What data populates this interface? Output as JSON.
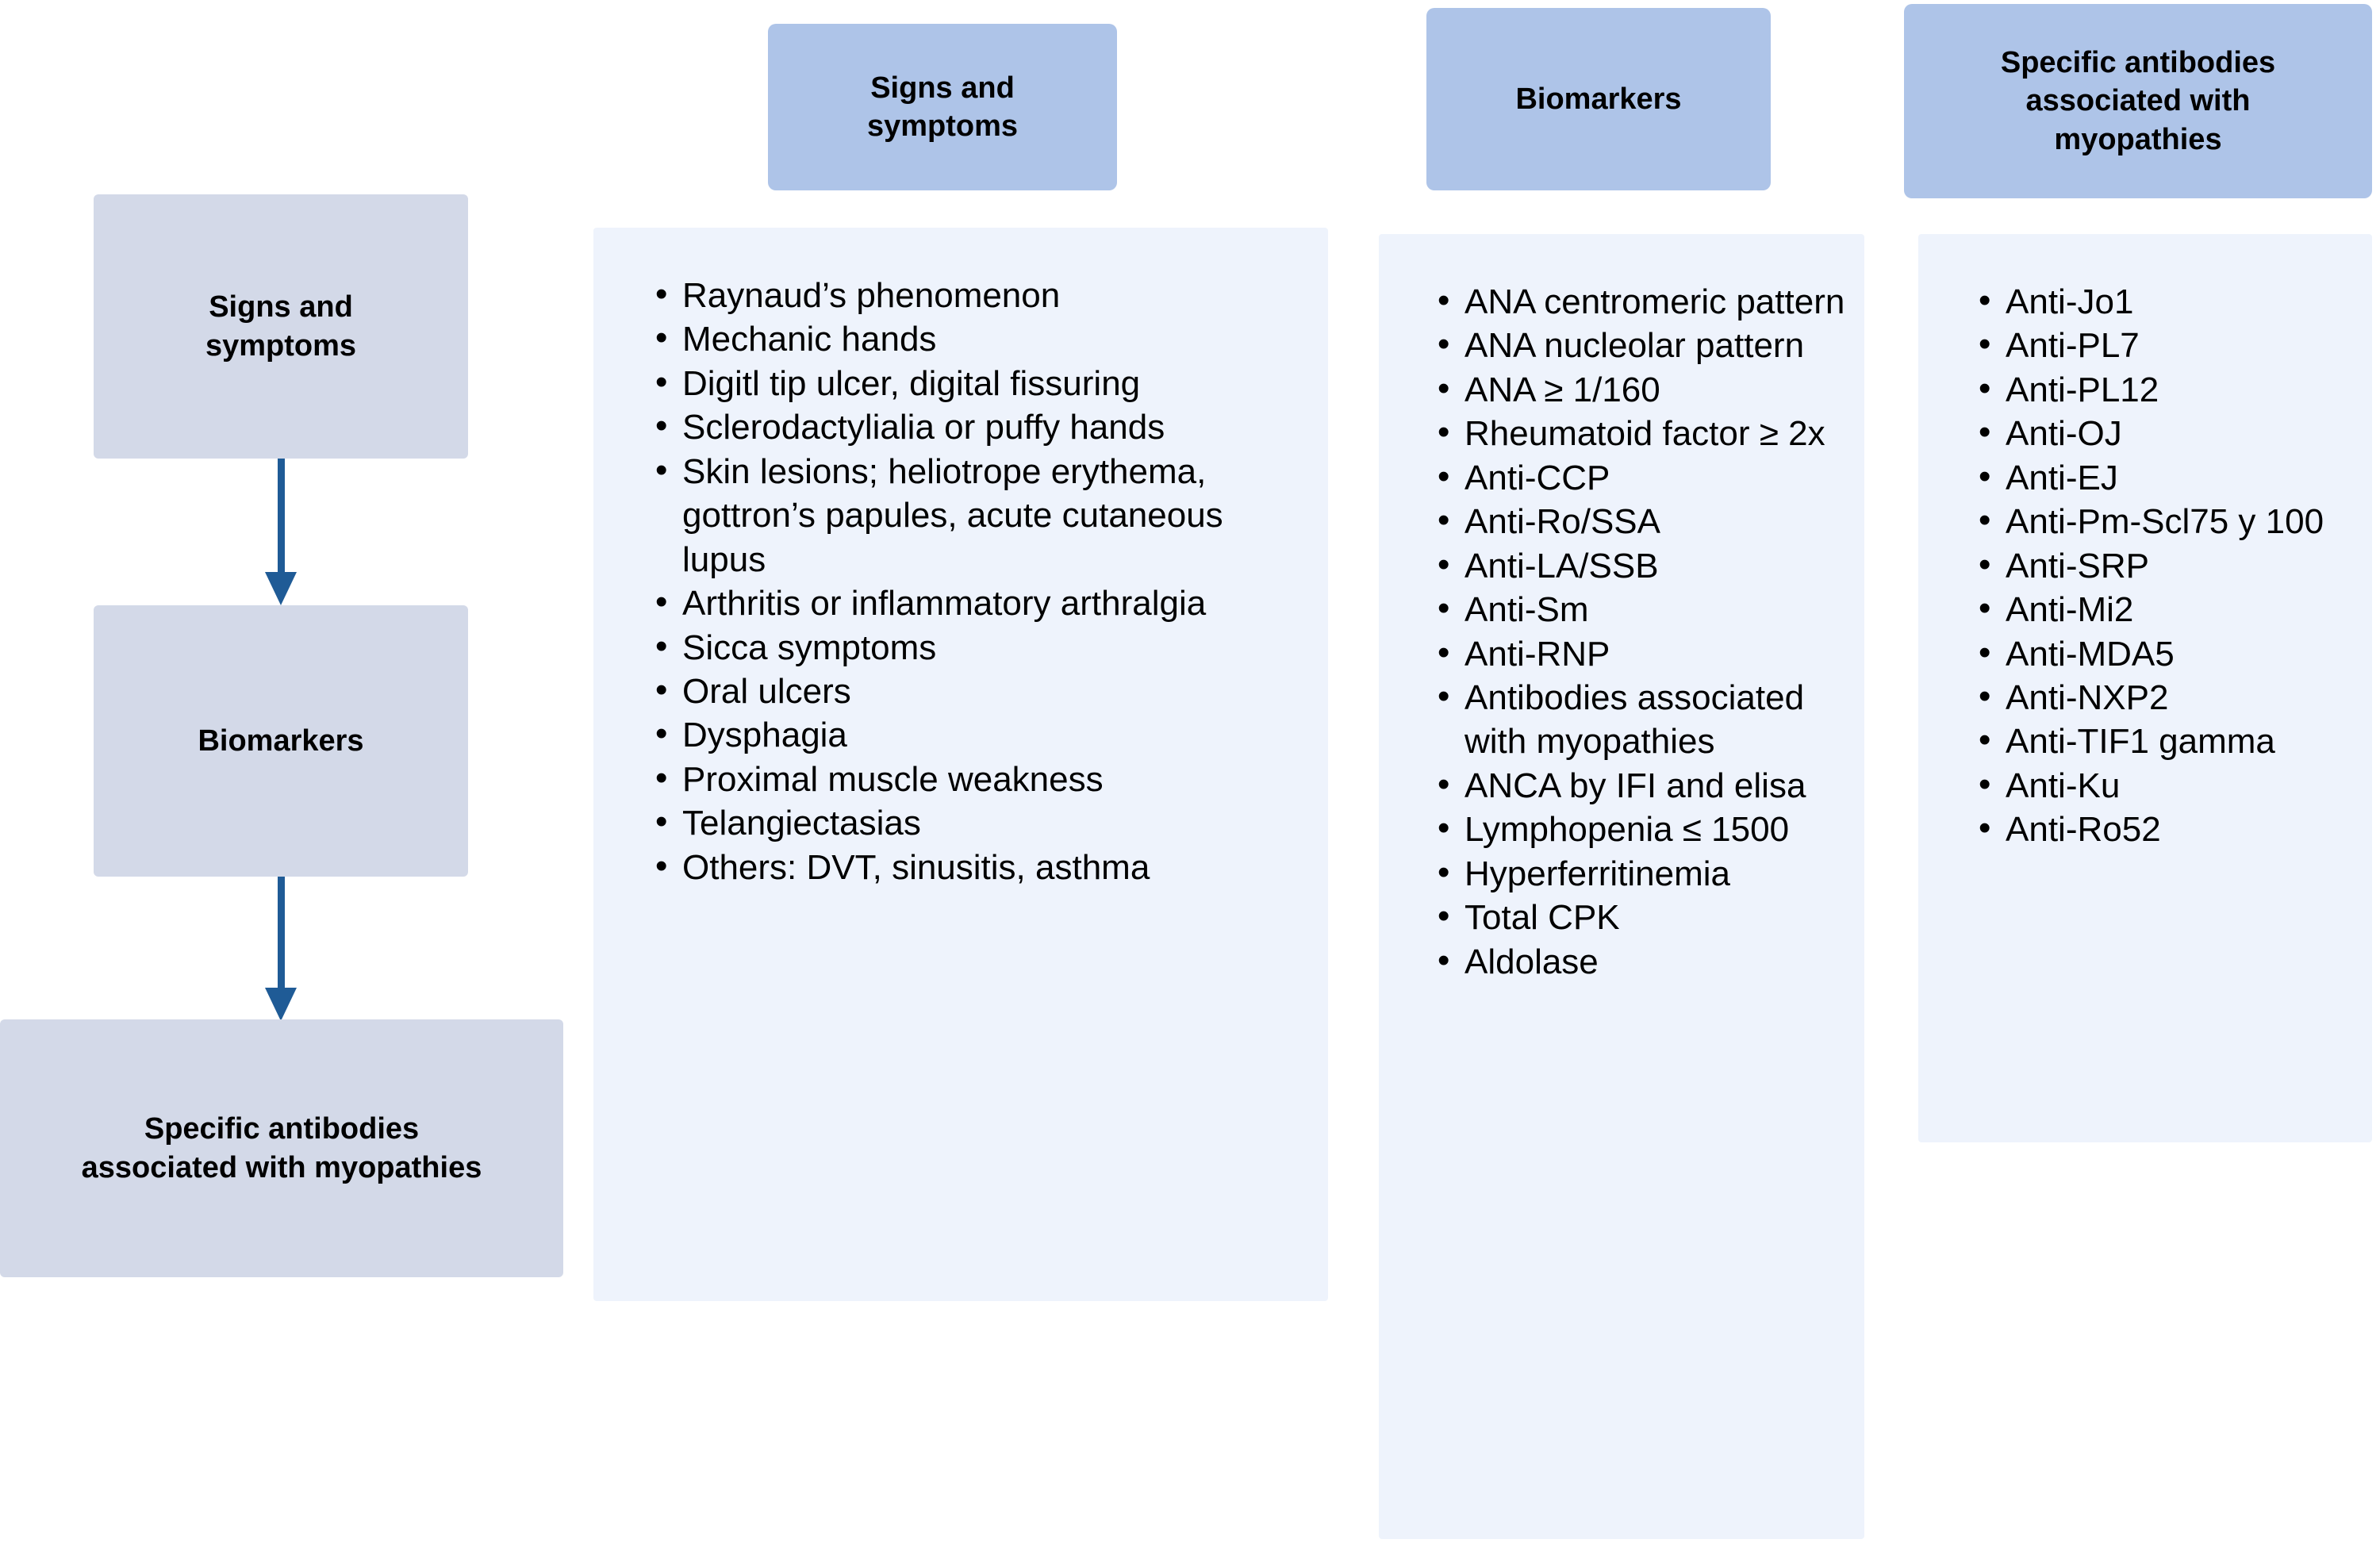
{
  "diagram": {
    "flow": {
      "steps": [
        {
          "label": "Signs and\nsymptoms"
        },
        {
          "label": "Biomarkers"
        },
        {
          "label": "Specific antibodies\nassociated with myopathies"
        }
      ],
      "connectors": [
        {
          "name": "arrow-signs-to-biomarkers",
          "direction": "down"
        },
        {
          "name": "arrow-biomarkers-to-antibodies",
          "direction": "down"
        }
      ]
    },
    "columns": [
      {
        "id": "signs",
        "header": "Signs and\nsymptoms",
        "items": [
          "Raynaud’s phenomenon",
          "Mechanic hands",
          "Digitl tip ulcer, digital fissuring",
          "Sclerodactylialia or puffy hands",
          "Skin lesions; heliotrope erythema, gottron’s papules, acute cutaneous lupus",
          "Arthritis or inflammatory arthralgia",
          "Sicca symptoms",
          "Oral ulcers",
          "Dysphagia",
          "Proximal muscle weakness",
          "Telangiectasias",
          "Others: DVT, sinusitis, asthma"
        ]
      },
      {
        "id": "biomarkers",
        "header": "Biomarkers",
        "items": [
          "ANA centromeric pattern",
          "ANA nucleolar pattern",
          "ANA ≥ 1/160",
          "Rheumatoid factor ≥ 2x",
          "Anti-CCP",
          "Anti-Ro/SSA",
          "Anti-LA/SSB",
          "Anti-Sm",
          "Anti-RNP",
          "Antibodies associated with myopathies",
          "ANCA by IFI and elisa",
          "Lymphopenia ≤ 1500",
          "Hyperferritinemia",
          "Total CPK",
          "Aldolase"
        ]
      },
      {
        "id": "antibodies",
        "header": "Specific antibodies\nassociated with\nmyopathies",
        "items": [
          "Anti-Jo1",
          "Anti-PL7",
          "Anti-PL12",
          "Anti-OJ",
          "Anti-EJ",
          "Anti-Pm-Scl75 y 100",
          "Anti-SRP",
          "Anti-Mi2",
          "Anti-MDA5",
          "Anti-NXP2",
          "Anti-TIF1 gamma",
          "Anti-Ku",
          "Anti-Ro52"
        ]
      }
    ],
    "colors": {
      "flow_box_fill": "#d3d9e8",
      "header_fill": "#aec4e8",
      "panel_fill": "#eef3fc",
      "arrow": "#1f5b96",
      "text": "#000000",
      "background": "#ffffff"
    }
  }
}
